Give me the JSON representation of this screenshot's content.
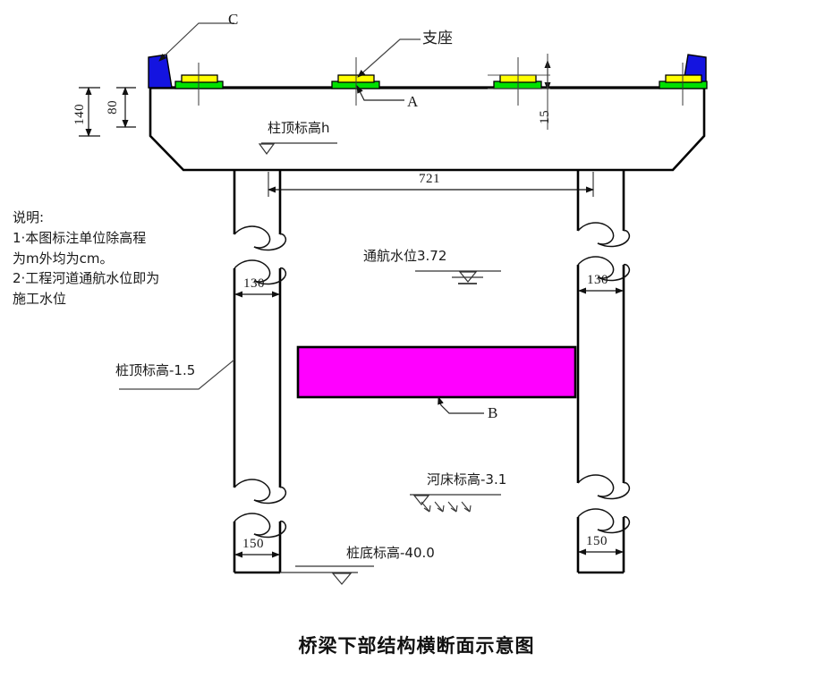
{
  "title": "桥梁下部结构横断面示意图",
  "notes": {
    "heading": "说明:",
    "lines": [
      "1·本图标注单位除高程",
      "为m外均为cm。",
      "2·工程河道通航水位即为",
      "施工水位"
    ]
  },
  "callouts": {
    "guardrail": "C",
    "bearing": "支座",
    "deck": "A",
    "tie_beam": "B"
  },
  "elevations": {
    "column_top": "柱顶标高h",
    "navigation_water": "通航水位3.72",
    "pile_top": "桩顶标高-1.5",
    "riverbed": "河床标高-3.1",
    "pile_bottom": "桩底标高-40.0"
  },
  "dimensions": {
    "cap_total_height": "140",
    "deck_thickness": "80",
    "bearing_height": "15",
    "span": "721",
    "column_width_left": "130",
    "column_width_right": "130",
    "pile_width_left": "150",
    "pile_width_right": "150"
  },
  "colors": {
    "line": "#000000",
    "guardrail": "#1414e0",
    "bearing_upper": "#ffff00",
    "bearing_lower": "#00e000",
    "tie_beam": "#ff00ff",
    "thin_line": "#3a3a3a"
  },
  "chart_data": {
    "type": "diagram",
    "title": "桥梁下部结构横断面示意图",
    "elements": [
      {
        "name": "guardrail-left",
        "label": "C",
        "color": "#1414e0"
      },
      {
        "name": "guardrail-right",
        "label": "C",
        "color": "#1414e0"
      },
      {
        "name": "bearing-pads",
        "count": 4,
        "label": "支座",
        "height_cm": 15
      },
      {
        "name": "cap-beam",
        "label": "A",
        "height_cm": 140,
        "deck_thickness_cm": 80
      },
      {
        "name": "column-left",
        "width_cm": 130
      },
      {
        "name": "column-right",
        "width_cm": 130
      },
      {
        "name": "tie-beam",
        "label": "B",
        "color": "#ff00ff"
      },
      {
        "name": "pile-left",
        "width_cm": 150
      },
      {
        "name": "pile-right",
        "width_cm": 150
      }
    ],
    "span_cm": 721,
    "levels": [
      {
        "name": "column_top",
        "label": "柱顶标高h"
      },
      {
        "name": "navigation_water_level",
        "label": "通航水位3.72",
        "value": 3.72
      },
      {
        "name": "pile_top",
        "label": "桩顶标高-1.5",
        "value": -1.5
      },
      {
        "name": "riverbed",
        "label": "河床标高-3.1",
        "value": -3.1
      },
      {
        "name": "pile_bottom",
        "label": "桩底标高-40.0",
        "value": -40.0
      }
    ]
  }
}
